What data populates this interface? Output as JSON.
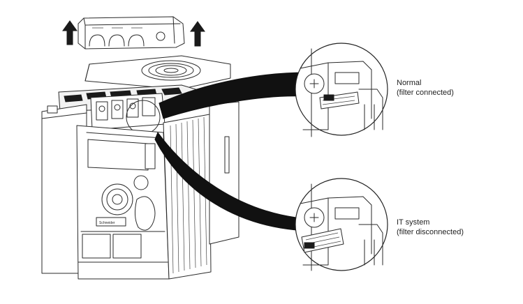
{
  "figure": {
    "callouts": [
      {
        "title": "Normal",
        "subtitle": "(filter connected)"
      },
      {
        "title": "IT system",
        "subtitle": "(filter disconnected)"
      }
    ],
    "brand_label": "Schneider"
  },
  "colors": {
    "line": "#2a2a2a",
    "fill": "#ffffff",
    "black": "#111111"
  },
  "icons": [
    "up-arrow-icon",
    "fan-icon",
    "screw-icon",
    "dial-icon"
  ]
}
